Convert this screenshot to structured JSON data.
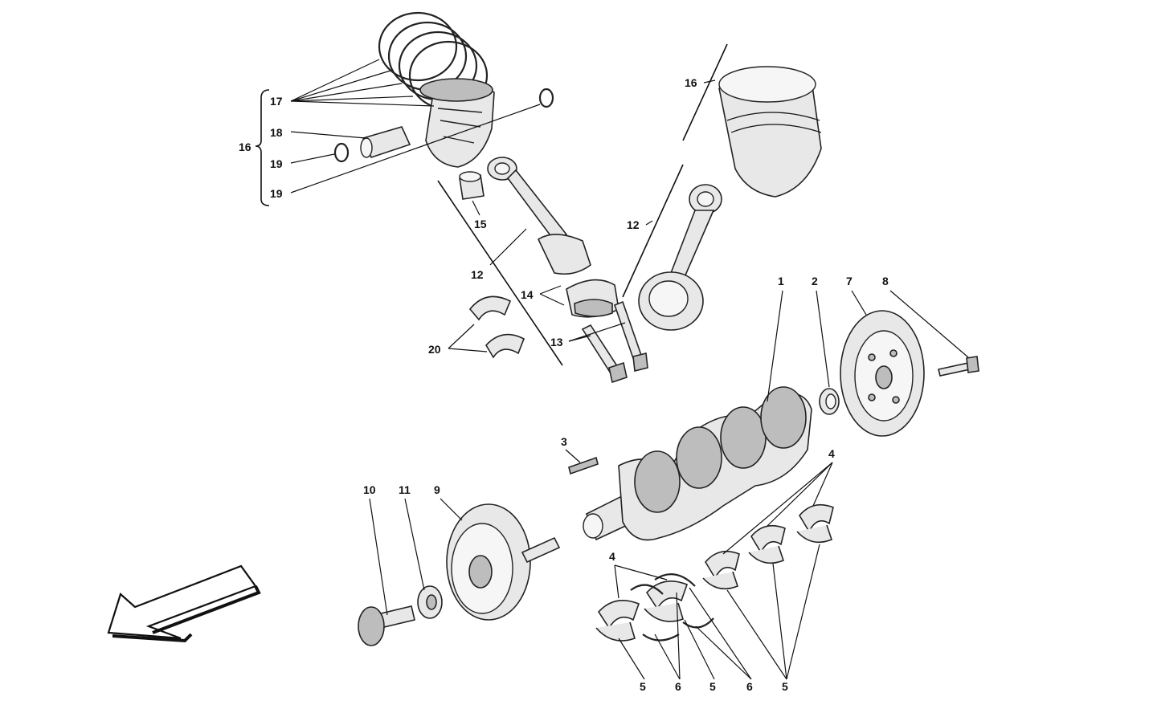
{
  "callouts": {
    "c1": "1",
    "c2": "2",
    "c3": "3",
    "c4a": "4",
    "c4b": "4",
    "c5a": "5",
    "c5b": "5",
    "c5c": "5",
    "c6a": "6",
    "c6b": "6",
    "c7": "7",
    "c8": "8",
    "c9": "9",
    "c10": "10",
    "c11": "11",
    "c12a": "12",
    "c12b": "12",
    "c13": "13",
    "c14": "14",
    "c15": "15",
    "c16a": "16",
    "c16b": "16",
    "c17": "17",
    "c18": "18",
    "c19a": "19",
    "c19b": "19",
    "c20": "20"
  },
  "colors": {
    "line": "#111111",
    "part_fill": "#e8e8e8",
    "part_shadow": "#bdbdbd"
  },
  "icons": {
    "direction": "arrow-front-icon"
  }
}
